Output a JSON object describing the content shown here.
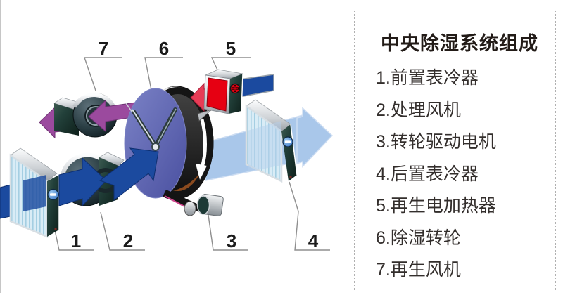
{
  "panel": {
    "title": "中央除湿系统组成",
    "items": [
      "1.前置表冷器",
      "2.处理风机",
      "3.转轮驱动电机",
      "4.后置表冷器",
      "5.再生电加热器",
      "6.除湿转轮",
      "7.再生风机"
    ]
  },
  "diagram": {
    "callouts": [
      "1",
      "2",
      "3",
      "4",
      "5",
      "6",
      "7"
    ],
    "icons": {
      "cooling_coil_badge": "minus-icon",
      "heater_badge": "plus-icon",
      "wheel_rotation": "rotation-arrow-icon"
    },
    "colors": {
      "process_air_blue": "#1b4a9f",
      "dry_air_light_blue": "#a9c7ea",
      "regen_hot_air_red": "#e73c56",
      "regen_exhaust_purple": "#9b4a9e",
      "heater_face_red": "#e60012",
      "wheel_disc_purple": "#5c63ae",
      "component_dark_green": "#17332c"
    }
  }
}
